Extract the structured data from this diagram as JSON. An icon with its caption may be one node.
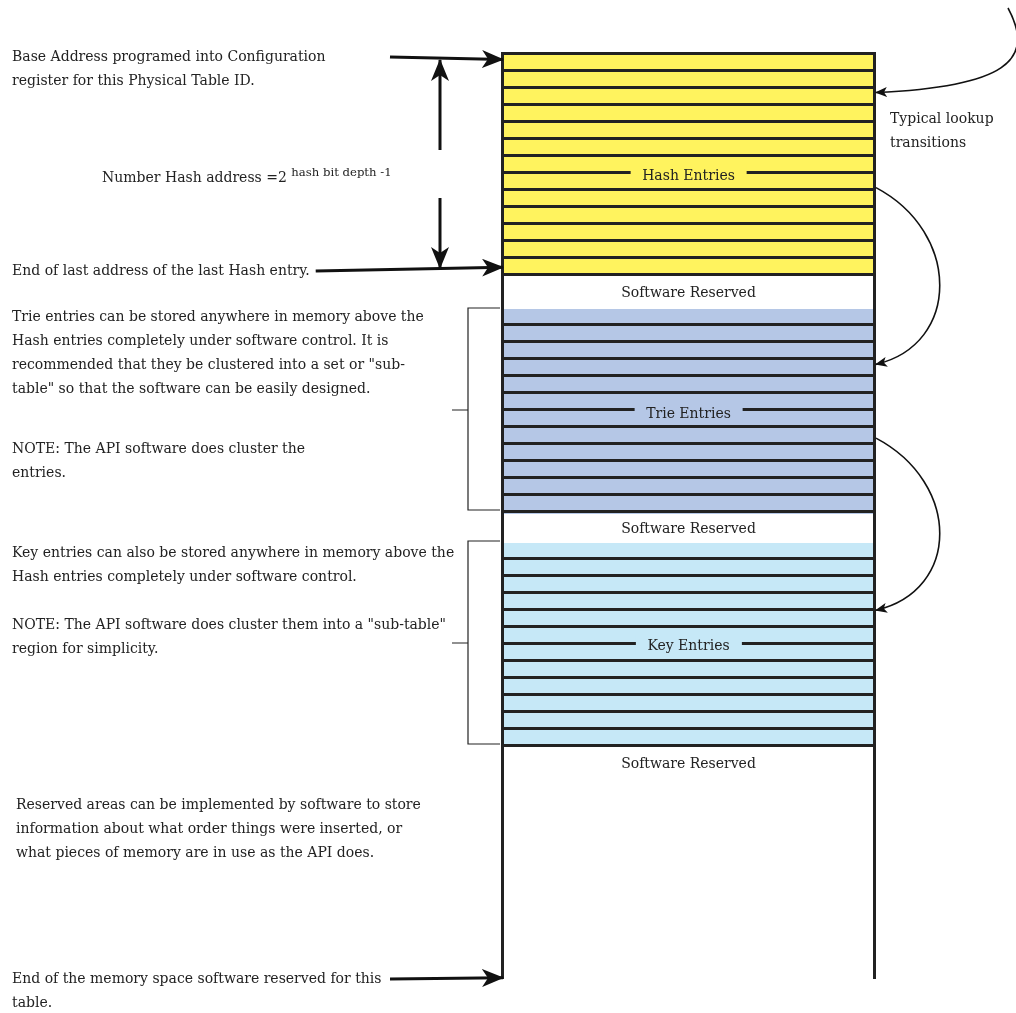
{
  "diagram": {
    "nodes": [
      {
        "text": [],
        "shape": "box"
      },
      {
        "text": [
          "Hash Entries"
        ],
        "in": 0
      },
      {
        "text": [
          "Software Reserved"
        ],
        "in": 0
      },
      {
        "text": [
          "Trie Entries"
        ],
        "in": 0
      },
      {
        "text": [
          "Software Reserved"
        ],
        "in": 0
      },
      {
        "text": [
          "Key Entries"
        ],
        "in": 0
      },
      {
        "text": [
          "Software Reserved"
        ],
        "in": 0
      },
      {
        "text": [
          "Base Address programed into Configuration register for this Physical Table ID."
        ]
      },
      {
        "text": [
          "End of last address of the last Hash entry."
        ]
      },
      {
        "text": [
          "End of the memory space software reserved for this table."
        ]
      }
    ],
    "edges": [
      {
        "from": 7,
        "to": 1,
        "arrow": "to"
      },
      {
        "from": 8,
        "to": 1,
        "arrow": "to"
      },
      {
        "from": 9,
        "to": 6,
        "arrow": "to"
      },
      {
        "from": null,
        "to": 1,
        "arrow": "to"
      },
      {
        "from": 1,
        "to": 3,
        "arrow": "to"
      },
      {
        "from": 3,
        "to": 5,
        "arrow": "to"
      }
    ],
    "labels": [
      "Typical lookup transitions",
      "Number Hash address =2 $^{hash bit depth -1}$",
      "Trie entries can be stored anywhere in memory above the Hash entries completely under software control. It is recommended that they be clustered into a set or \"sub-table\" so that the software can be easily designed.",
      "NOTE: The API software does cluster the entries.",
      "Key entries can also be stored anywhere in memory above the Hash entries completely under software control.",
      "NOTE: The API software does cluster them into a \"sub-table\" region for simplicity.",
      "Reserved areas can be implemented by software to store information about what order things were inserted, or what pieces of memory are in use as the API does."
    ]
  }
}
